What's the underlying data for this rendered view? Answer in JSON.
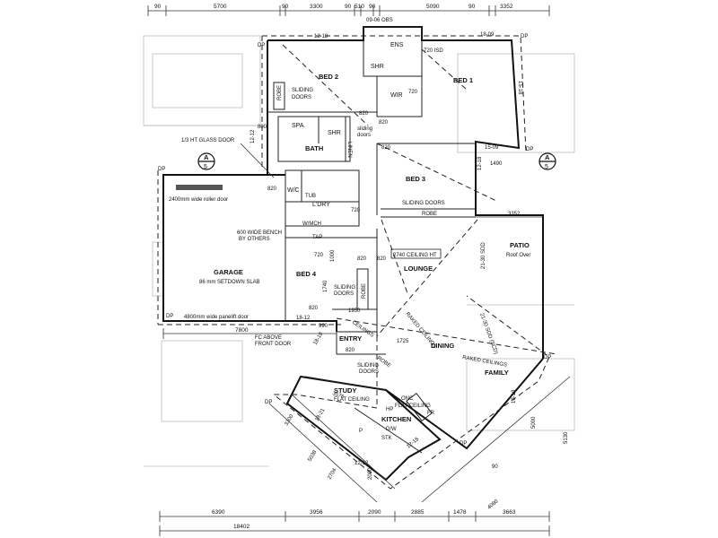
{
  "plan": {
    "rooms": {
      "bed1": "BED 1",
      "bed2": "BED 2",
      "bed3": "BED 3",
      "bed4": "BED 4",
      "ens": "ENS",
      "shr_ens": "SHR",
      "wir": "WIR",
      "spa": "SPA",
      "shr_bath": "SHR",
      "bath": "BATH",
      "linen": "LINEN",
      "wc": "W/C",
      "ldry": "L'DRY",
      "tub": "TUB",
      "wmach": "W/MCH",
      "garage": "GARAGE",
      "garage_sub": "86 mm SETDOWN SLAB",
      "lounge": "LOUNGE",
      "lounge_ceiling": "2740 CEILING HT",
      "patio": "PATIO",
      "patio_sub": "Roof Over",
      "entry": "ENTRY",
      "dining": "DINING",
      "family": "FAMILY",
      "study": "STUDY",
      "study_ceiling": "FLAT CEILING",
      "kitchen": "KITCHEN",
      "kitchen_ceiling_1": "ONC",
      "kitchen_ceiling_2": "FLAT CEILING",
      "dw": "D/W",
      "stk": "STK",
      "hp": "HP",
      "p": "P",
      "fr": "FR"
    },
    "notes": {
      "sliding_doors": "SLIDING DOORS",
      "sliding_doors_bed2_1": "SLIDING",
      "sliding_doors_bed2_2": "DOORS",
      "sliding_doors_b4_1": "SLIDING",
      "sliding_doors_b4_2": "DOORS",
      "sliding_doors_hall_1": "sliding",
      "sliding_doors_hall_2": "doors",
      "sliding_doors_study_1": "SLIDING",
      "sliding_doors_study_2": "DOORS",
      "robe": "ROBE",
      "robe2": "ROBE",
      "robe3": "ROBE",
      "robe4": "ROBE",
      "glass_door": "1/3 HT GLASS DOOR",
      "roller_door": "2400mm wide roller door",
      "bench": "600 WIDE BENCH",
      "by_others": "BY OTHERS",
      "tap": "TAP",
      "panelift": "4800mm wide panelift door",
      "fc_above_1": "FC ABOVE",
      "fc_above_2": "FRONT DOOR",
      "raked_lounge": "RAKED CEILINGS",
      "raked_dining": "RAKED CEILINGS",
      "ceilings_entry": "CEILINGS",
      "dp": "DP",
      "obs": "09-06 OBS",
      "isd": "720 ISD",
      "sdd": "21-30 SDD",
      "sdd2": "21-30 SDD (SCD)",
      "section": "A",
      "section_no": "5"
    },
    "dimensions": {
      "top": [
        "90",
        "5700",
        "90",
        "3300",
        "90",
        "510",
        "90",
        "5090",
        "90",
        "3352"
      ],
      "bottom_row1": [
        "6390",
        "3956",
        "2090",
        "2885",
        "1478",
        "3663"
      ],
      "bottom_total": "18402",
      "garage_width": "7800",
      "window_codes": [
        "12-18",
        "15-09",
        "15-18",
        "18-09",
        "15-09",
        "12-18",
        "12-12",
        "18-12",
        "18-18",
        "18-21",
        "12-12",
        "12-18",
        "18-18"
      ],
      "door_sizes": [
        "820",
        "820",
        "820",
        "820",
        "820",
        "720",
        "720",
        "720",
        "820",
        "820",
        "820",
        "800"
      ],
      "misc": [
        "1490",
        "3352",
        "1740",
        "1950",
        "1000",
        "1725",
        "3300",
        "5038",
        "2704",
        "4080",
        "5130",
        "5000",
        "2000",
        "990",
        "3576",
        "90"
      ]
    }
  }
}
